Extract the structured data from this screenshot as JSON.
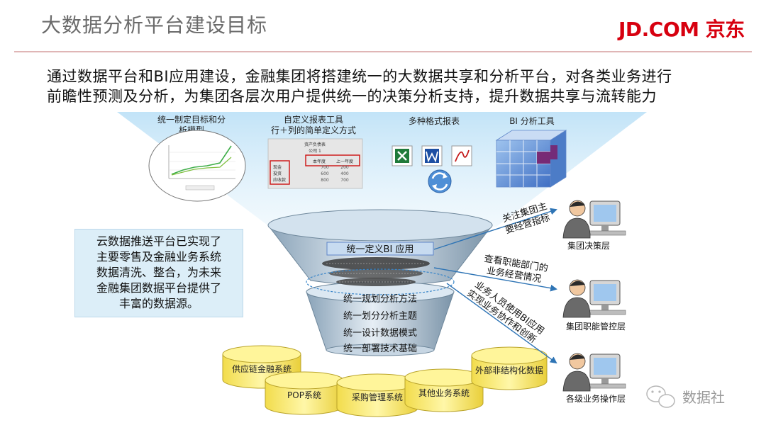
{
  "header": {
    "title": "大数据分析平台建设目标",
    "brand": "JD.COM 京东"
  },
  "intro": {
    "line1": "通过数据平台和BI应用建设，金融集团将搭建统一的大数据共享和分析平台，对各类业务进行",
    "line2": "前瞻性预测及分析，为集团各层次用户提供统一的决策分析支持，提升数据共享与流转能力"
  },
  "capabilities": [
    {
      "line1": "统一制定目标和分",
      "line2": "析模型"
    },
    {
      "line1": "自定义报表工具",
      "line2": "行＋列的简单定义方式"
    },
    {
      "line1": "多种格式报表",
      "line2": ""
    },
    {
      "line1": "BI 分析工具",
      "line2": ""
    }
  ],
  "report_thumb": {
    "title": "资产负债表",
    "company": "公司 1",
    "col1": "本年度",
    "col2": "上一年度",
    "rows": [
      "现金",
      "投资",
      "应收款"
    ],
    "values": [
      [
        "700",
        "200"
      ],
      [
        "600",
        "400"
      ],
      [
        "800",
        "700"
      ]
    ]
  },
  "format_icons": [
    "excel-icon",
    "word-icon",
    "pdf-icon",
    "refresh-icon"
  ],
  "funnel_layers": [
    "统一定义BI 应用",
    "统一规划分析方法",
    "统一划分分析主题",
    "统一设计数据模式",
    "统一部署技术基础"
  ],
  "cloud_note": [
    "云数据推送平台已实现了",
    "主要零售及金融业务系统",
    "数据清洗、整合，为未来",
    "金融集团数据平台提供了",
    "丰富的数据源。"
  ],
  "data_sources": [
    "供应链金融系统",
    "POP系统",
    "采购管理系统",
    "其他业务系统",
    "外部非结构化数据"
  ],
  "arrow_labels": [
    {
      "line1": "关注集团主",
      "line2": "要经营指标"
    },
    {
      "line1": "查看职能部门的",
      "line2": "业务经营情况"
    },
    {
      "line1": "业务人员使用BI应用",
      "line2": "实现业务协作和创新"
    }
  ],
  "user_roles": [
    "集团决策层",
    "集团职能管控层",
    "各级业务操作层"
  ],
  "watermark": "数据社",
  "colors": {
    "brand_red": "#d7000f",
    "note_bg": "#dceef8",
    "cylinder_yellow": "#fff38a",
    "arrow_blue": "#2e74b5"
  }
}
